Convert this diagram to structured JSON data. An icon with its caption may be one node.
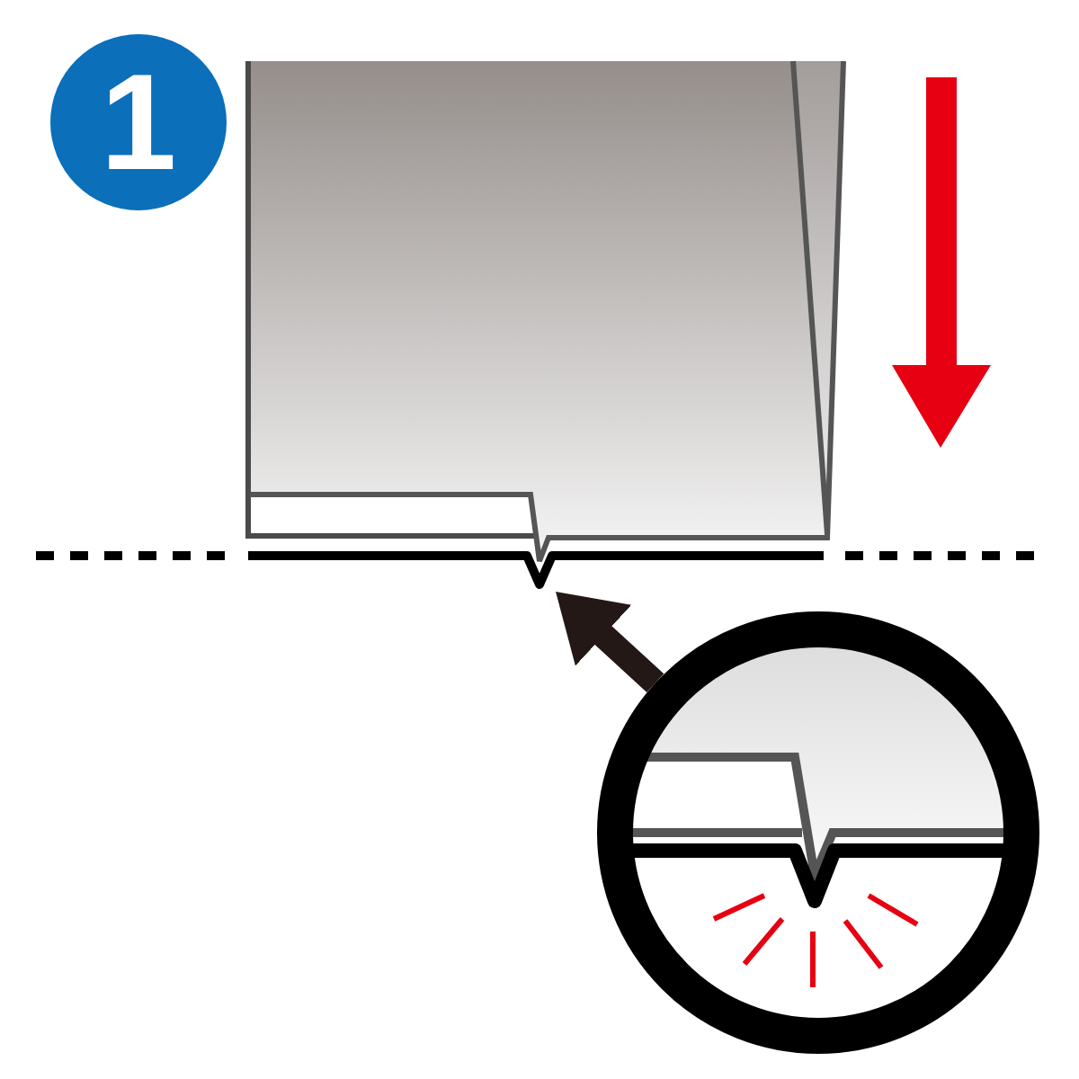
{
  "diagram": {
    "nodes": [
      {
        "text": [
          "1"
        ]
      },
      {
        "text": [],
        "shape": "picture"
      },
      {
        "text": [],
        "shape": "circle"
      }
    ],
    "edges": [
      {
        "from": 2,
        "to": 1,
        "arrow": "to"
      }
    ]
  }
}
